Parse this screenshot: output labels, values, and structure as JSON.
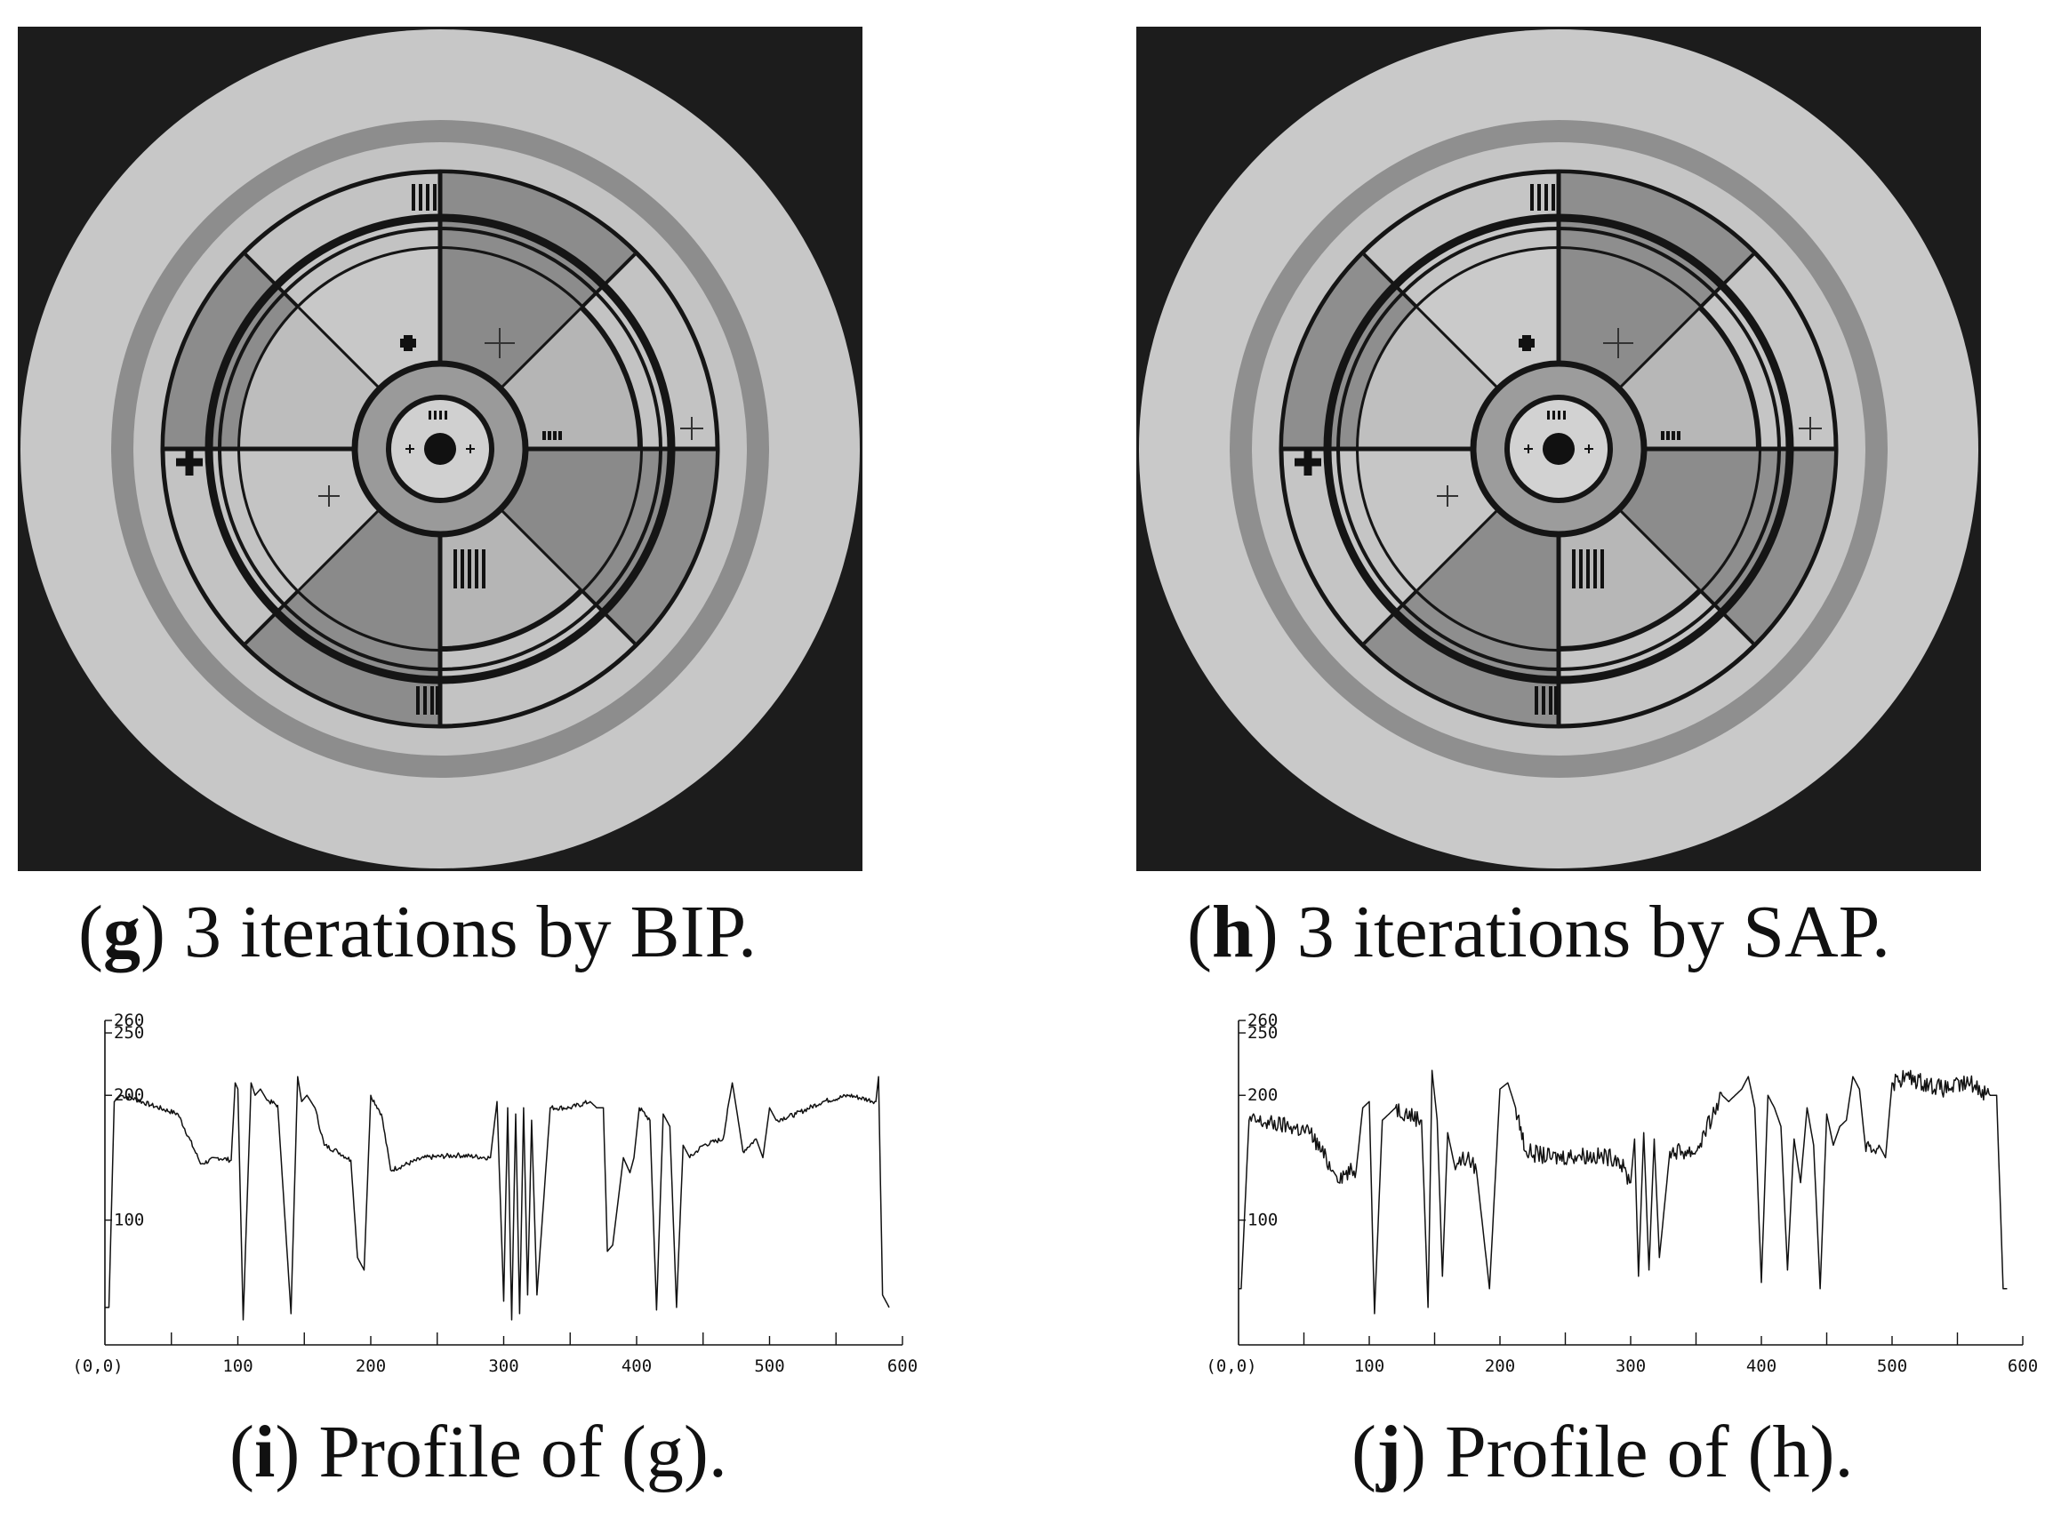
{
  "panels": {
    "g": {
      "letter": "g",
      "text": " 3 iterations by BIP."
    },
    "h": {
      "letter": "h",
      "text": " 3 iterations by SAP."
    },
    "i": {
      "letter": "i",
      "text": " Profile of (g)."
    },
    "j": {
      "letter": "j",
      "text": " Profile of (h)."
    }
  },
  "chart_data": [
    {
      "type": "line",
      "panel": "i",
      "title": "",
      "xlabel": "",
      "ylabel": "",
      "origin_label": "(0,0)",
      "xlim": [
        0,
        600
      ],
      "ylim": [
        0,
        260
      ],
      "x_ticks": [
        100,
        200,
        300,
        400,
        500,
        600
      ],
      "y_ticks": [
        100,
        200,
        250,
        260
      ],
      "grid": false,
      "noise": 4,
      "series": [
        {
          "x": [
            0,
            3,
            7,
            12,
            20,
            35,
            55,
            70,
            72,
            85,
            95,
            98,
            100,
            104,
            110,
            113,
            117,
            122,
            130,
            140,
            145,
            148,
            152,
            158,
            165,
            175,
            185,
            190,
            195,
            200,
            208,
            215,
            240,
            265,
            290,
            295,
            300,
            303,
            306,
            309,
            312,
            315,
            318,
            321,
            325,
            335,
            350,
            365,
            370,
            375,
            378,
            382,
            390,
            395,
            398,
            402,
            410,
            415,
            420,
            425,
            430,
            435,
            440,
            450,
            465,
            472,
            475,
            480,
            490,
            495,
            500,
            505,
            520,
            540,
            560,
            580,
            582,
            585,
            590
          ],
          "y": [
            30,
            30,
            195,
            200,
            198,
            192,
            185,
            150,
            145,
            150,
            148,
            210,
            205,
            20,
            210,
            200,
            205,
            196,
            192,
            25,
            215,
            195,
            200,
            190,
            160,
            155,
            148,
            70,
            60,
            200,
            185,
            140,
            150,
            152,
            150,
            195,
            35,
            190,
            20,
            185,
            25,
            190,
            40,
            180,
            40,
            190,
            190,
            195,
            190,
            190,
            75,
            80,
            150,
            138,
            150,
            190,
            180,
            28,
            185,
            175,
            30,
            160,
            150,
            160,
            165,
            210,
            190,
            155,
            165,
            150,
            190,
            180,
            185,
            195,
            200,
            195,
            215,
            40,
            30
          ]
        }
      ]
    },
    {
      "type": "line",
      "panel": "j",
      "title": "",
      "xlabel": "",
      "ylabel": "",
      "origin_label": "(0,0)",
      "xlim": [
        0,
        600
      ],
      "ylim": [
        0,
        260
      ],
      "x_ticks": [
        100,
        200,
        300,
        400,
        500,
        600
      ],
      "y_ticks": [
        100,
        200,
        250,
        260
      ],
      "grid": false,
      "noise": 14,
      "series": [
        {
          "x": [
            0,
            2,
            8,
            20,
            40,
            55,
            72,
            75,
            90,
            95,
            100,
            104,
            110,
            115,
            120,
            140,
            145,
            148,
            152,
            156,
            160,
            165,
            175,
            182,
            192,
            200,
            206,
            212,
            220,
            240,
            260,
            290,
            300,
            303,
            306,
            310,
            314,
            318,
            322,
            330,
            350,
            370,
            375,
            380,
            385,
            390,
            395,
            400,
            405,
            410,
            415,
            420,
            425,
            430,
            435,
            440,
            445,
            450,
            455,
            460,
            465,
            470,
            475,
            480,
            490,
            495,
            500,
            510,
            540,
            560,
            575,
            580,
            585,
            588
          ],
          "y": [
            45,
            45,
            180,
            178,
            175,
            170,
            140,
            135,
            140,
            190,
            195,
            25,
            180,
            185,
            190,
            180,
            30,
            220,
            180,
            55,
            170,
            145,
            150,
            140,
            45,
            205,
            210,
            190,
            155,
            150,
            152,
            150,
            130,
            165,
            55,
            170,
            60,
            165,
            70,
            155,
            155,
            200,
            195,
            200,
            205,
            215,
            190,
            50,
            200,
            190,
            175,
            60,
            165,
            130,
            190,
            160,
            45,
            185,
            160,
            175,
            180,
            215,
            205,
            155,
            160,
            150,
            210,
            215,
            205,
            210,
            200,
            200,
            45,
            45
          ]
        }
      ]
    }
  ]
}
